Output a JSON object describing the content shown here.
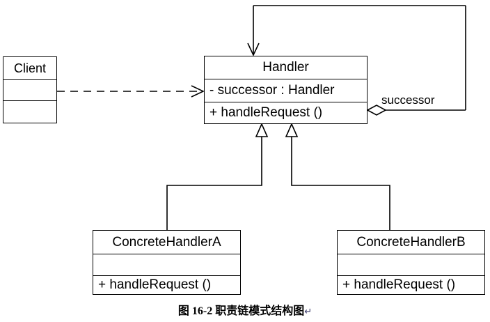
{
  "diagram": {
    "type": "uml-class-diagram",
    "pattern": "Chain of Responsibility",
    "classes": [
      {
        "id": "client",
        "name": "Client",
        "attributes": [],
        "operations": []
      },
      {
        "id": "handler",
        "name": "Handler",
        "attributes": [
          "- successor : Handler"
        ],
        "operations": [
          "+ handleRequest ()"
        ]
      },
      {
        "id": "concrete-handler-a",
        "name": "ConcreteHandlerA",
        "attributes": [],
        "operations": [
          "+ handleRequest ()"
        ]
      },
      {
        "id": "concrete-handler-b",
        "name": "ConcreteHandlerB",
        "attributes": [],
        "operations": [
          "+ handleRequest ()"
        ]
      }
    ],
    "relationships": [
      {
        "id": "client-to-handler",
        "kind": "dependency",
        "style": "dashed-open-arrow",
        "from": "Client",
        "to": "Handler",
        "label": ""
      },
      {
        "id": "handler-successor",
        "kind": "aggregation",
        "style": "hollow-diamond-open-arrow",
        "from": "Handler",
        "to": "Handler",
        "label": "successor"
      },
      {
        "id": "a-inherits-handler",
        "kind": "generalization",
        "style": "hollow-triangle",
        "from": "ConcreteHandlerA",
        "to": "Handler",
        "label": ""
      },
      {
        "id": "b-inherits-handler",
        "kind": "generalization",
        "style": "hollow-triangle",
        "from": "ConcreteHandlerB",
        "to": "Handler",
        "label": ""
      }
    ],
    "colors": {
      "stroke": "#000000",
      "fill": "#ffffff",
      "background": "#ffffff"
    }
  },
  "caption": {
    "text": "图 16-2  职责链模式结构图",
    "mark": "↵"
  }
}
